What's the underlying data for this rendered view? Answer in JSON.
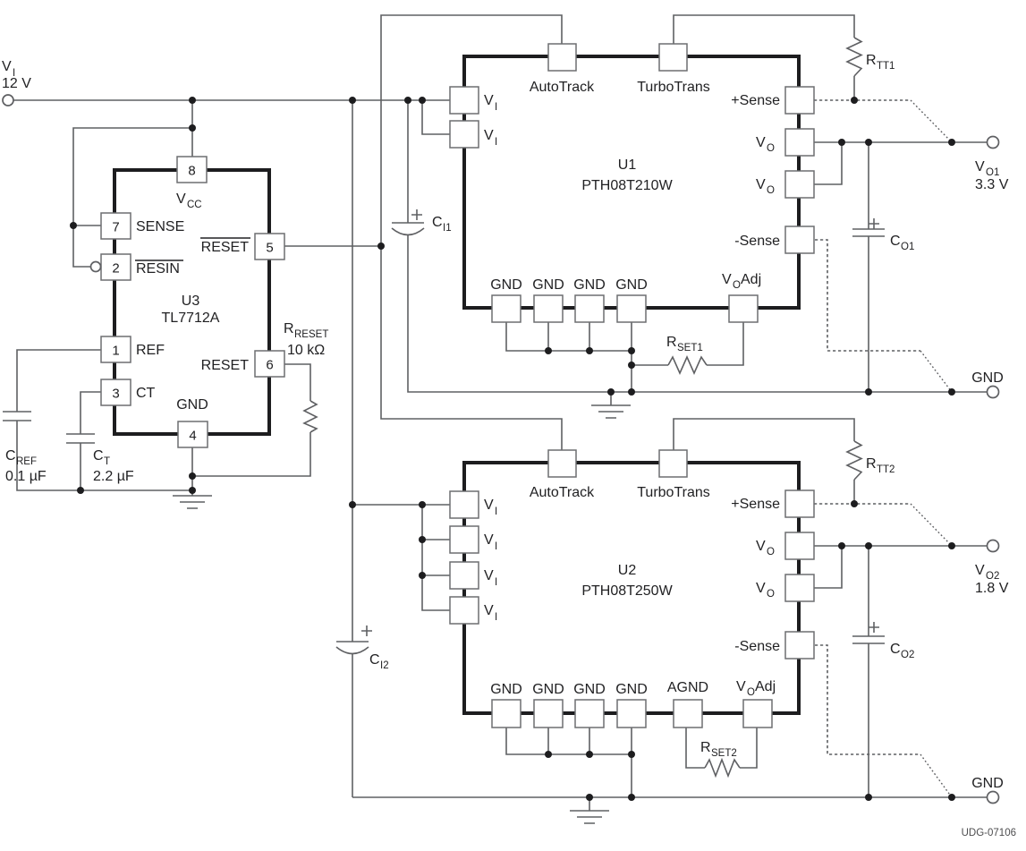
{
  "input": {
    "base": "V",
    "sub": "I",
    "value": "12 V"
  },
  "u3": {
    "name": "U3",
    "part": "TL7712A",
    "pins": {
      "vcc": {
        "num": "8",
        "base": "V",
        "sub": "CC"
      },
      "sense": {
        "num": "7",
        "label": "SENSE"
      },
      "resin": {
        "num": "2",
        "label": "RESIN"
      },
      "ref": {
        "num": "1",
        "label": "REF"
      },
      "ct": {
        "num": "3",
        "label": "CT"
      },
      "gnd": {
        "num": "4",
        "label": "GND"
      },
      "reset_bar": {
        "num": "5",
        "label": "RESET"
      },
      "reset": {
        "num": "6",
        "label": "RESET"
      }
    }
  },
  "u1": {
    "name": "U1",
    "part": "PTH08T210W",
    "pins": {
      "autotrack": "AutoTrack",
      "turbotrans": "TurboTrans",
      "vi_base": "V",
      "vi_sub": "I",
      "gnd": "GND",
      "voadj_base": "V",
      "voadj_sub": "O",
      "voadj_suffix": "Adj",
      "plus_sense": "+Sense",
      "minus_sense": "-Sense",
      "vo_base": "V",
      "vo_sub": "O"
    }
  },
  "u2": {
    "name": "U2",
    "part": "PTH08T250W",
    "pins": {
      "autotrack": "AutoTrack",
      "turbotrans": "TurboTrans",
      "vi_base": "V",
      "vi_sub": "I",
      "gnd": "GND",
      "agnd": "AGND",
      "voadj_base": "V",
      "voadj_sub": "O",
      "voadj_suffix": "Adj",
      "plus_sense": "+Sense",
      "minus_sense": "-Sense",
      "vo_base": "V",
      "vo_sub": "O"
    }
  },
  "components": {
    "cref": {
      "base": "C",
      "sub": "REF",
      "value": "0.1 µF"
    },
    "ct": {
      "base": "C",
      "sub": "T",
      "value": "2.2 µF"
    },
    "rreset": {
      "base": "R",
      "sub": "RESET",
      "value": "10 kΩ"
    },
    "ci1": {
      "base": "C",
      "sub": "I1"
    },
    "ci2": {
      "base": "C",
      "sub": "I2"
    },
    "co1": {
      "base": "C",
      "sub": "O1"
    },
    "co2": {
      "base": "C",
      "sub": "O2"
    },
    "rtt1": {
      "base": "R",
      "sub": "TT1"
    },
    "rtt2": {
      "base": "R",
      "sub": "TT2"
    },
    "rset1": {
      "base": "R",
      "sub": "SET1"
    },
    "rset2": {
      "base": "R",
      "sub": "SET2"
    }
  },
  "outputs": {
    "vo1": {
      "base": "V",
      "sub": "O1",
      "value": "3.3 V"
    },
    "vo2": {
      "base": "V",
      "sub": "O2",
      "value": "1.8 V"
    },
    "gnd1": {
      "label": "GND"
    },
    "gnd2": {
      "label": "GND"
    }
  },
  "footer": {
    "doc_id": "UDG-07106"
  }
}
